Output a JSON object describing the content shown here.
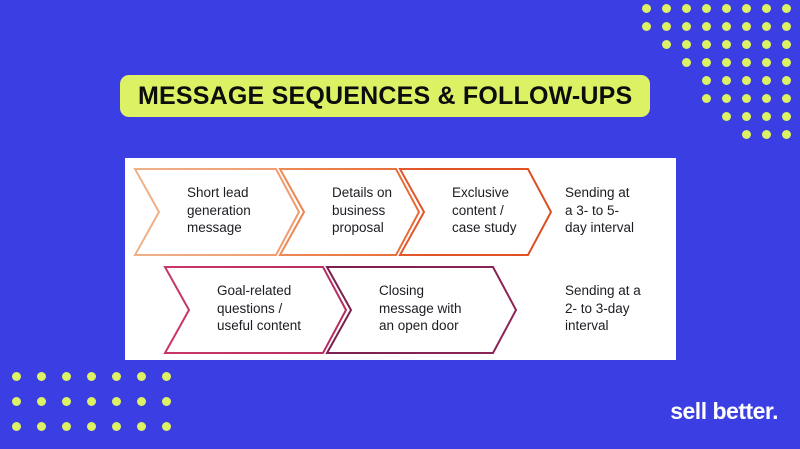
{
  "theme": {
    "background_color": "#3b3ee2",
    "accent_color": "#dcf264",
    "card_color": "#ffffff",
    "text_color": "#1c1c22",
    "logo_color": "#ffffff"
  },
  "title": {
    "text": "MESSAGE SEQUENCES & FOLLOW-UPS"
  },
  "flow": {
    "rows": [
      {
        "id": "row-1",
        "palette": {
          "start_color": "#f0b08a",
          "end_color": "#e2582a"
        },
        "steps": [
          {
            "label": "Short lead\ngeneration\nmessage",
            "stroke_start": "#f0b08a",
            "stroke_end": "#ef9a6d"
          },
          {
            "label": "Details on\nbusiness\nproposal",
            "stroke_start": "#ed8a54",
            "stroke_end": "#e76a36"
          },
          {
            "label": "Exclusive\ncontent /\ncase study",
            "stroke_start": "#e2582a",
            "stroke_end": "#de4f22"
          }
        ],
        "interval_note": "Sending at\na 3- to 5-\nday interval"
      },
      {
        "id": "row-2",
        "palette": {
          "start_color": "#c9366a",
          "end_color": "#6d1c4c"
        },
        "steps": [
          {
            "label": "Goal-related\nquestions /\nuseful content",
            "stroke_start": "#c9366a",
            "stroke_end": "#b52e60"
          },
          {
            "label": "Closing\nmessage with\nan open door",
            "stroke_start": "#7a2050",
            "stroke_end": "#8d2456"
          }
        ],
        "interval_note": "Sending at a\n2- to 3-day\ninterval"
      }
    ]
  },
  "logo": {
    "text": "sell better."
  },
  "decoration": {
    "top_right_dots": {
      "name": "triangular-dot-grid",
      "color": "#dcf264",
      "columns": 8,
      "rows": 8,
      "spacing": 20,
      "dot_size": 9
    },
    "bottom_left_dots": {
      "name": "rectangular-dot-grid",
      "color": "#dcf264",
      "columns": 7,
      "rows": 3,
      "spacing": 25,
      "dot_size": 9
    }
  }
}
